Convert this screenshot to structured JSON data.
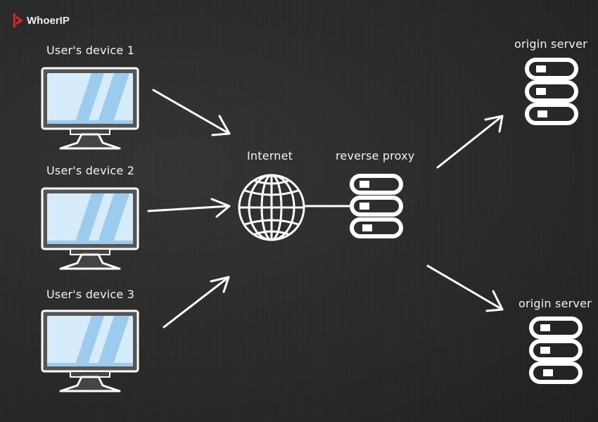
{
  "brand": {
    "name": "WhoerIP",
    "accent": "#d7262e"
  },
  "diagram": {
    "devices": [
      {
        "label": "User's device 1"
      },
      {
        "label": "User's device 2"
      },
      {
        "label": "User's device 3"
      }
    ],
    "internet": {
      "label": "Internet",
      "icon": "globe-icon"
    },
    "proxy": {
      "label": "reverse proxy",
      "icon": "server-icon"
    },
    "origins": [
      {
        "label": "origin server",
        "icon": "server-icon"
      },
      {
        "label": "origin server",
        "icon": "server-icon"
      }
    ],
    "colors": {
      "background": "#2b2b2b",
      "stroke": "#ffffff",
      "screen": "#d6ecfb",
      "screen_accent": "#9ccbee",
      "monitor_frame": "#555555"
    }
  }
}
